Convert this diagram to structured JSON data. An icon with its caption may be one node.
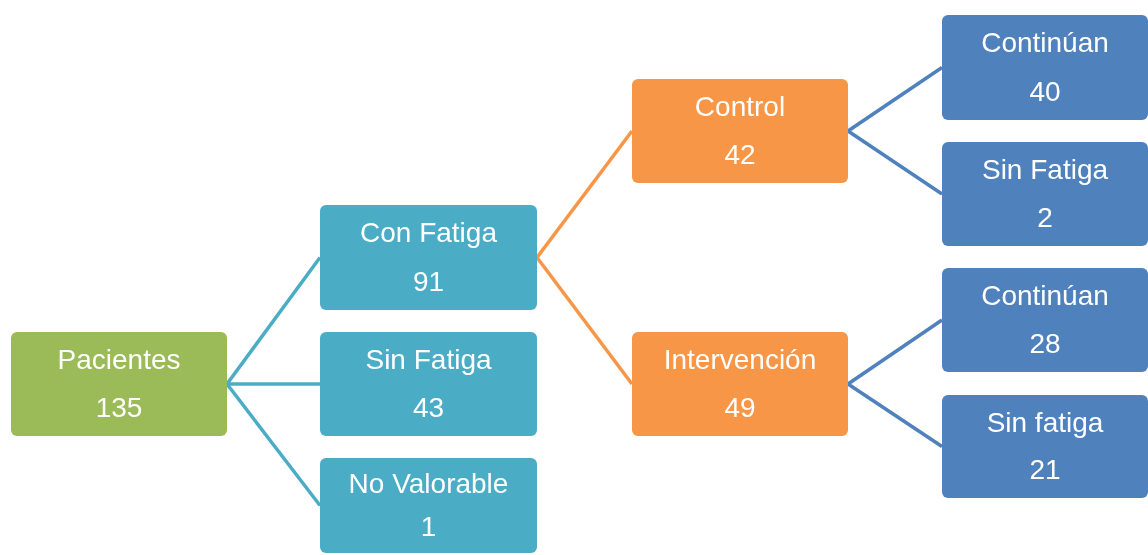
{
  "diagram": {
    "nodes": [
      {
        "text": [
          "Pacientes",
          "135"
        ]
      },
      {
        "text": [
          "Con Fatiga",
          "91"
        ]
      },
      {
        "text": [
          "Sin Fatiga",
          "43"
        ]
      },
      {
        "text": [
          "No Valorable",
          "1"
        ]
      },
      {
        "text": [
          "Control",
          "42"
        ]
      },
      {
        "text": [
          "Intervención",
          "49"
        ]
      },
      {
        "text": [
          "Continúan",
          "40"
        ]
      },
      {
        "text": [
          "Sin Fatiga",
          "2"
        ]
      },
      {
        "text": [
          "Continúan",
          "28"
        ]
      },
      {
        "text": [
          "Sin fatiga",
          "21"
        ]
      }
    ],
    "edges": [
      {
        "from": 0,
        "to": 1,
        "arrow": "none",
        "color": "#4bacc6"
      },
      {
        "from": 0,
        "to": 2,
        "arrow": "none",
        "color": "#4bacc6"
      },
      {
        "from": 0,
        "to": 3,
        "arrow": "none",
        "color": "#4bacc6"
      },
      {
        "from": 1,
        "to": 4,
        "arrow": "none",
        "color": "#f79646"
      },
      {
        "from": 1,
        "to": 5,
        "arrow": "none",
        "color": "#f79646"
      },
      {
        "from": 4,
        "to": 6,
        "arrow": "none"
      },
      {
        "from": 4,
        "to": 7,
        "arrow": "none"
      },
      {
        "from": 5,
        "to": 8,
        "arrow": "none"
      },
      {
        "from": 5,
        "to": 9,
        "arrow": "none"
      }
    ]
  }
}
